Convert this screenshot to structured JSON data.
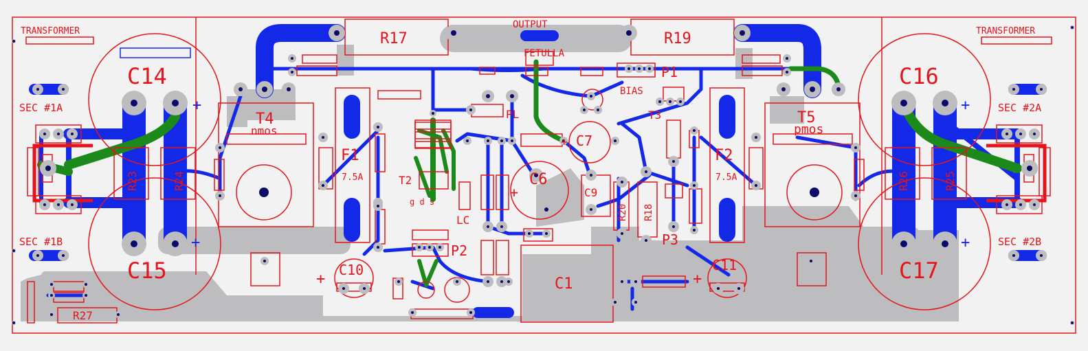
{
  "colors": {
    "background": "#f2f2f2",
    "silkscreen": "#e3141b",
    "bottom_copper": "#1428e8",
    "top_copper": "#1b8a1b",
    "ground_plane": "#bdbcbe",
    "pad": "#bdbcbe",
    "via": "#0a0a6a"
  },
  "labels": {
    "transformer_left": "TRANSFORMER",
    "transformer_right": "TRANSFORMER",
    "output": "OUTPUT",
    "fetulla": "FETULLA",
    "bias": "BIAS",
    "sec1a": "SEC #1A",
    "sec1b": "SEC #1B",
    "sec2a": "SEC #2A",
    "sec2b": "SEC #2B",
    "pmos": "pmos",
    "nmos": "nmos",
    "f1_rating": "7.5A",
    "f2_rating": "7.5A",
    "plus": "+"
  },
  "components": {
    "r17": "R17",
    "r19": "R19",
    "c14": "C14",
    "c15": "C15",
    "c16": "C16",
    "c17": "C17",
    "t4": "T4",
    "t5": "T5",
    "f1": "F1",
    "f2": "F2",
    "r23": "R23",
    "r24": "R24",
    "r25": "R25",
    "r26": "R26",
    "r27": "R27",
    "t2": "T2",
    "t3": "T3",
    "c6": "C6",
    "c7": "C7",
    "c9": "C9",
    "c10": "C10",
    "c11": "C11",
    "c1": "C1",
    "p1": "P1",
    "p2": "P2",
    "p3": "P3",
    "pl": "PL",
    "lc": "LC",
    "r20": "R20",
    "r18": "R18",
    "t2_pins": "g  d  s"
  }
}
